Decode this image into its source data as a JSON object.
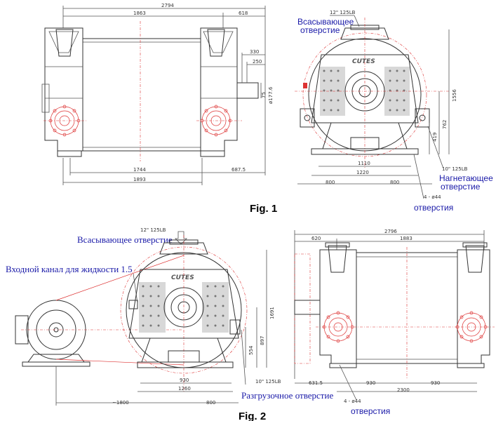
{
  "figures": {
    "fig1": {
      "label": "Fig. 1",
      "labels": {
        "suction": "Всасывающее отверстие",
        "discharge": "Нагнетающее отверстие",
        "holes": "отверстия"
      },
      "dims": {
        "total": "2794",
        "inner": "1863",
        "right_top": "618",
        "d330": "330",
        "d250": "250",
        "shaft_a": "75",
        "shaft_b": "ø177.6",
        "bot_1744": "1744",
        "bot_687": "687.5",
        "bot_1893": "1893",
        "flange_top": "12\" 125LB",
        "h1556": "1556",
        "h762": "762",
        "h419": "419",
        "w1110": "1110",
        "w1220": "1220",
        "w800a": "800",
        "w800b": "800",
        "flange_bot": "10\" 125LB",
        "holes_spec": "4 - ø44"
      },
      "brand": "CUTES"
    },
    "fig2": {
      "label": "Fig. 2",
      "labels": {
        "suction": "Всасывающее отверстие",
        "inlet": "Входной канал для жидкости 1.5",
        "drain": "Разгрузочное отверстие",
        "holes": "отверстия"
      },
      "dims": {
        "flange_top": "12\" 125LB",
        "h1691": "1691",
        "h897": "897",
        "h554": "554",
        "flange_bot": "10\" 125LB",
        "w930": "930",
        "w1260": "1260",
        "w1800": "~1800",
        "w800": "800",
        "total": "2796",
        "left": "620",
        "inner": "1883",
        "b631": "631.5",
        "b930a": "930",
        "b930b": "930",
        "b2300": "2300",
        "holes_spec": "4 - ø44"
      },
      "brand": "CUTES"
    }
  }
}
